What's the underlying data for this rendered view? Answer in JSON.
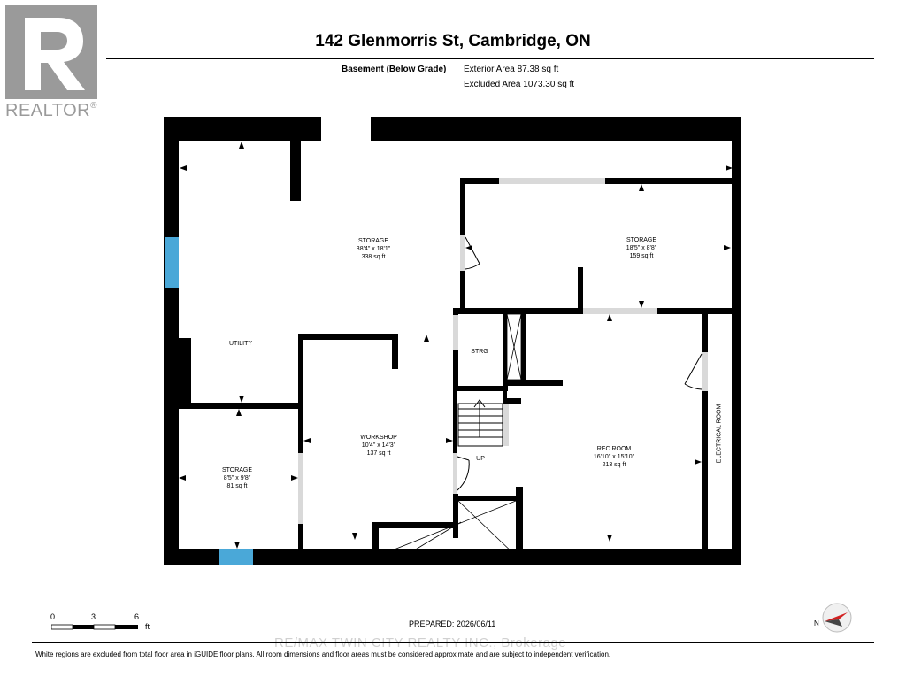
{
  "logo": {
    "brand": "REALTOR",
    "mark": "®",
    "colors": {
      "mark": "#9a9a9a"
    }
  },
  "header": {
    "address": "142 Glenmorris St, Cambridge, ON",
    "floor_label": "Basement (Below Grade)",
    "exterior_area": "Exterior Area 87.38 sq ft",
    "excluded_area": "Excluded Area 1073.30 sq ft"
  },
  "rooms": {
    "storage_main": {
      "name": "STORAGE",
      "dims": "38'4\" x 18'1\"",
      "area": "338 sq ft"
    },
    "storage_right": {
      "name": "STORAGE",
      "dims": "18'5\" x 8'8\"",
      "area": "159 sq ft"
    },
    "utility": {
      "name": "UTILITY"
    },
    "strg": {
      "name": "STRG"
    },
    "workshop": {
      "name": "WORKSHOP",
      "dims": "10'4\" x 14'3\"",
      "area": "137 sq ft"
    },
    "storage_small": {
      "name": "STORAGE",
      "dims": "8'5\" x 9'8\"",
      "area": "81 sq ft"
    },
    "rec_room": {
      "name": "REC ROOM",
      "dims": "16'10\" x 15'10\"",
      "area": "213 sq ft"
    },
    "electrical": {
      "name": "ELECTRICAL ROOM"
    },
    "stairs": {
      "label": "UP"
    }
  },
  "scale": {
    "ticks": [
      "0",
      "3",
      "6"
    ],
    "unit": "ft"
  },
  "prepared": "PREPARED: 2026/06/11",
  "watermark": "RE/MAX TWIN CITY REALTY INC., Brokerage",
  "footer_note": "White regions are excluded from total floor area in iGUIDE floor plans. All room dimensions and floor areas must be considered approximate and are subject to independent verification.",
  "colors": {
    "wall": "#000000",
    "window": "#4aa8d8",
    "opening": "#d9d9d9",
    "compass_red": "#d22020"
  }
}
